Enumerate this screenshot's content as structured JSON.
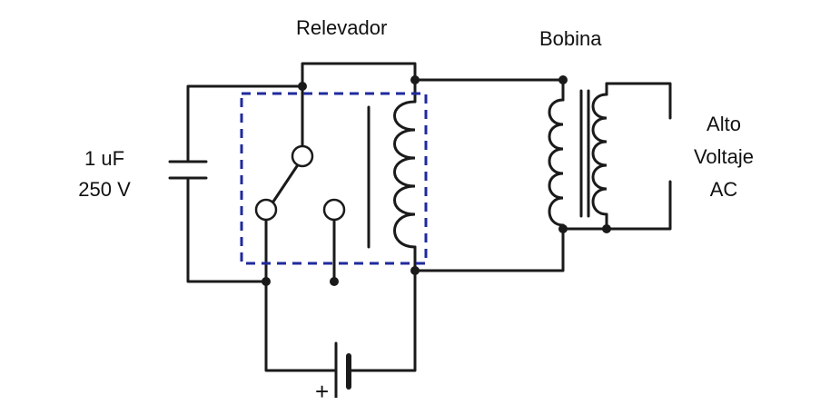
{
  "labels": {
    "relay": "Relevador",
    "coil": "Bobina",
    "capacitor_value": "1 uF",
    "capacitor_voltage": "250 V",
    "output_line1": "Alto",
    "output_line2": "Voltaje",
    "output_line3": "AC",
    "battery_polarity": "+"
  },
  "colors": {
    "wire": "#1a1a1a",
    "relay_box": "#1f2a9c"
  }
}
